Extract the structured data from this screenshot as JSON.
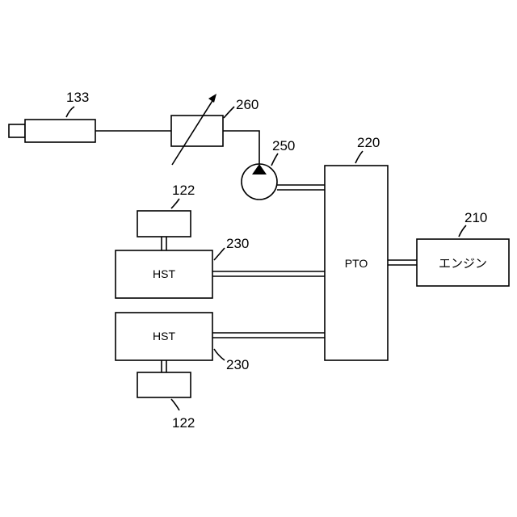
{
  "refs": {
    "sensor": "133",
    "valve": "260",
    "pump": "250",
    "pto": "220",
    "engine": "210",
    "wheel_top": "122",
    "hst_top": "230",
    "hst_bottom": "230",
    "wheel_bottom": "122"
  },
  "blocks": {
    "pto": "PTO",
    "engine": "エンジン",
    "hst_top": "HST",
    "hst_bottom": "HST"
  }
}
